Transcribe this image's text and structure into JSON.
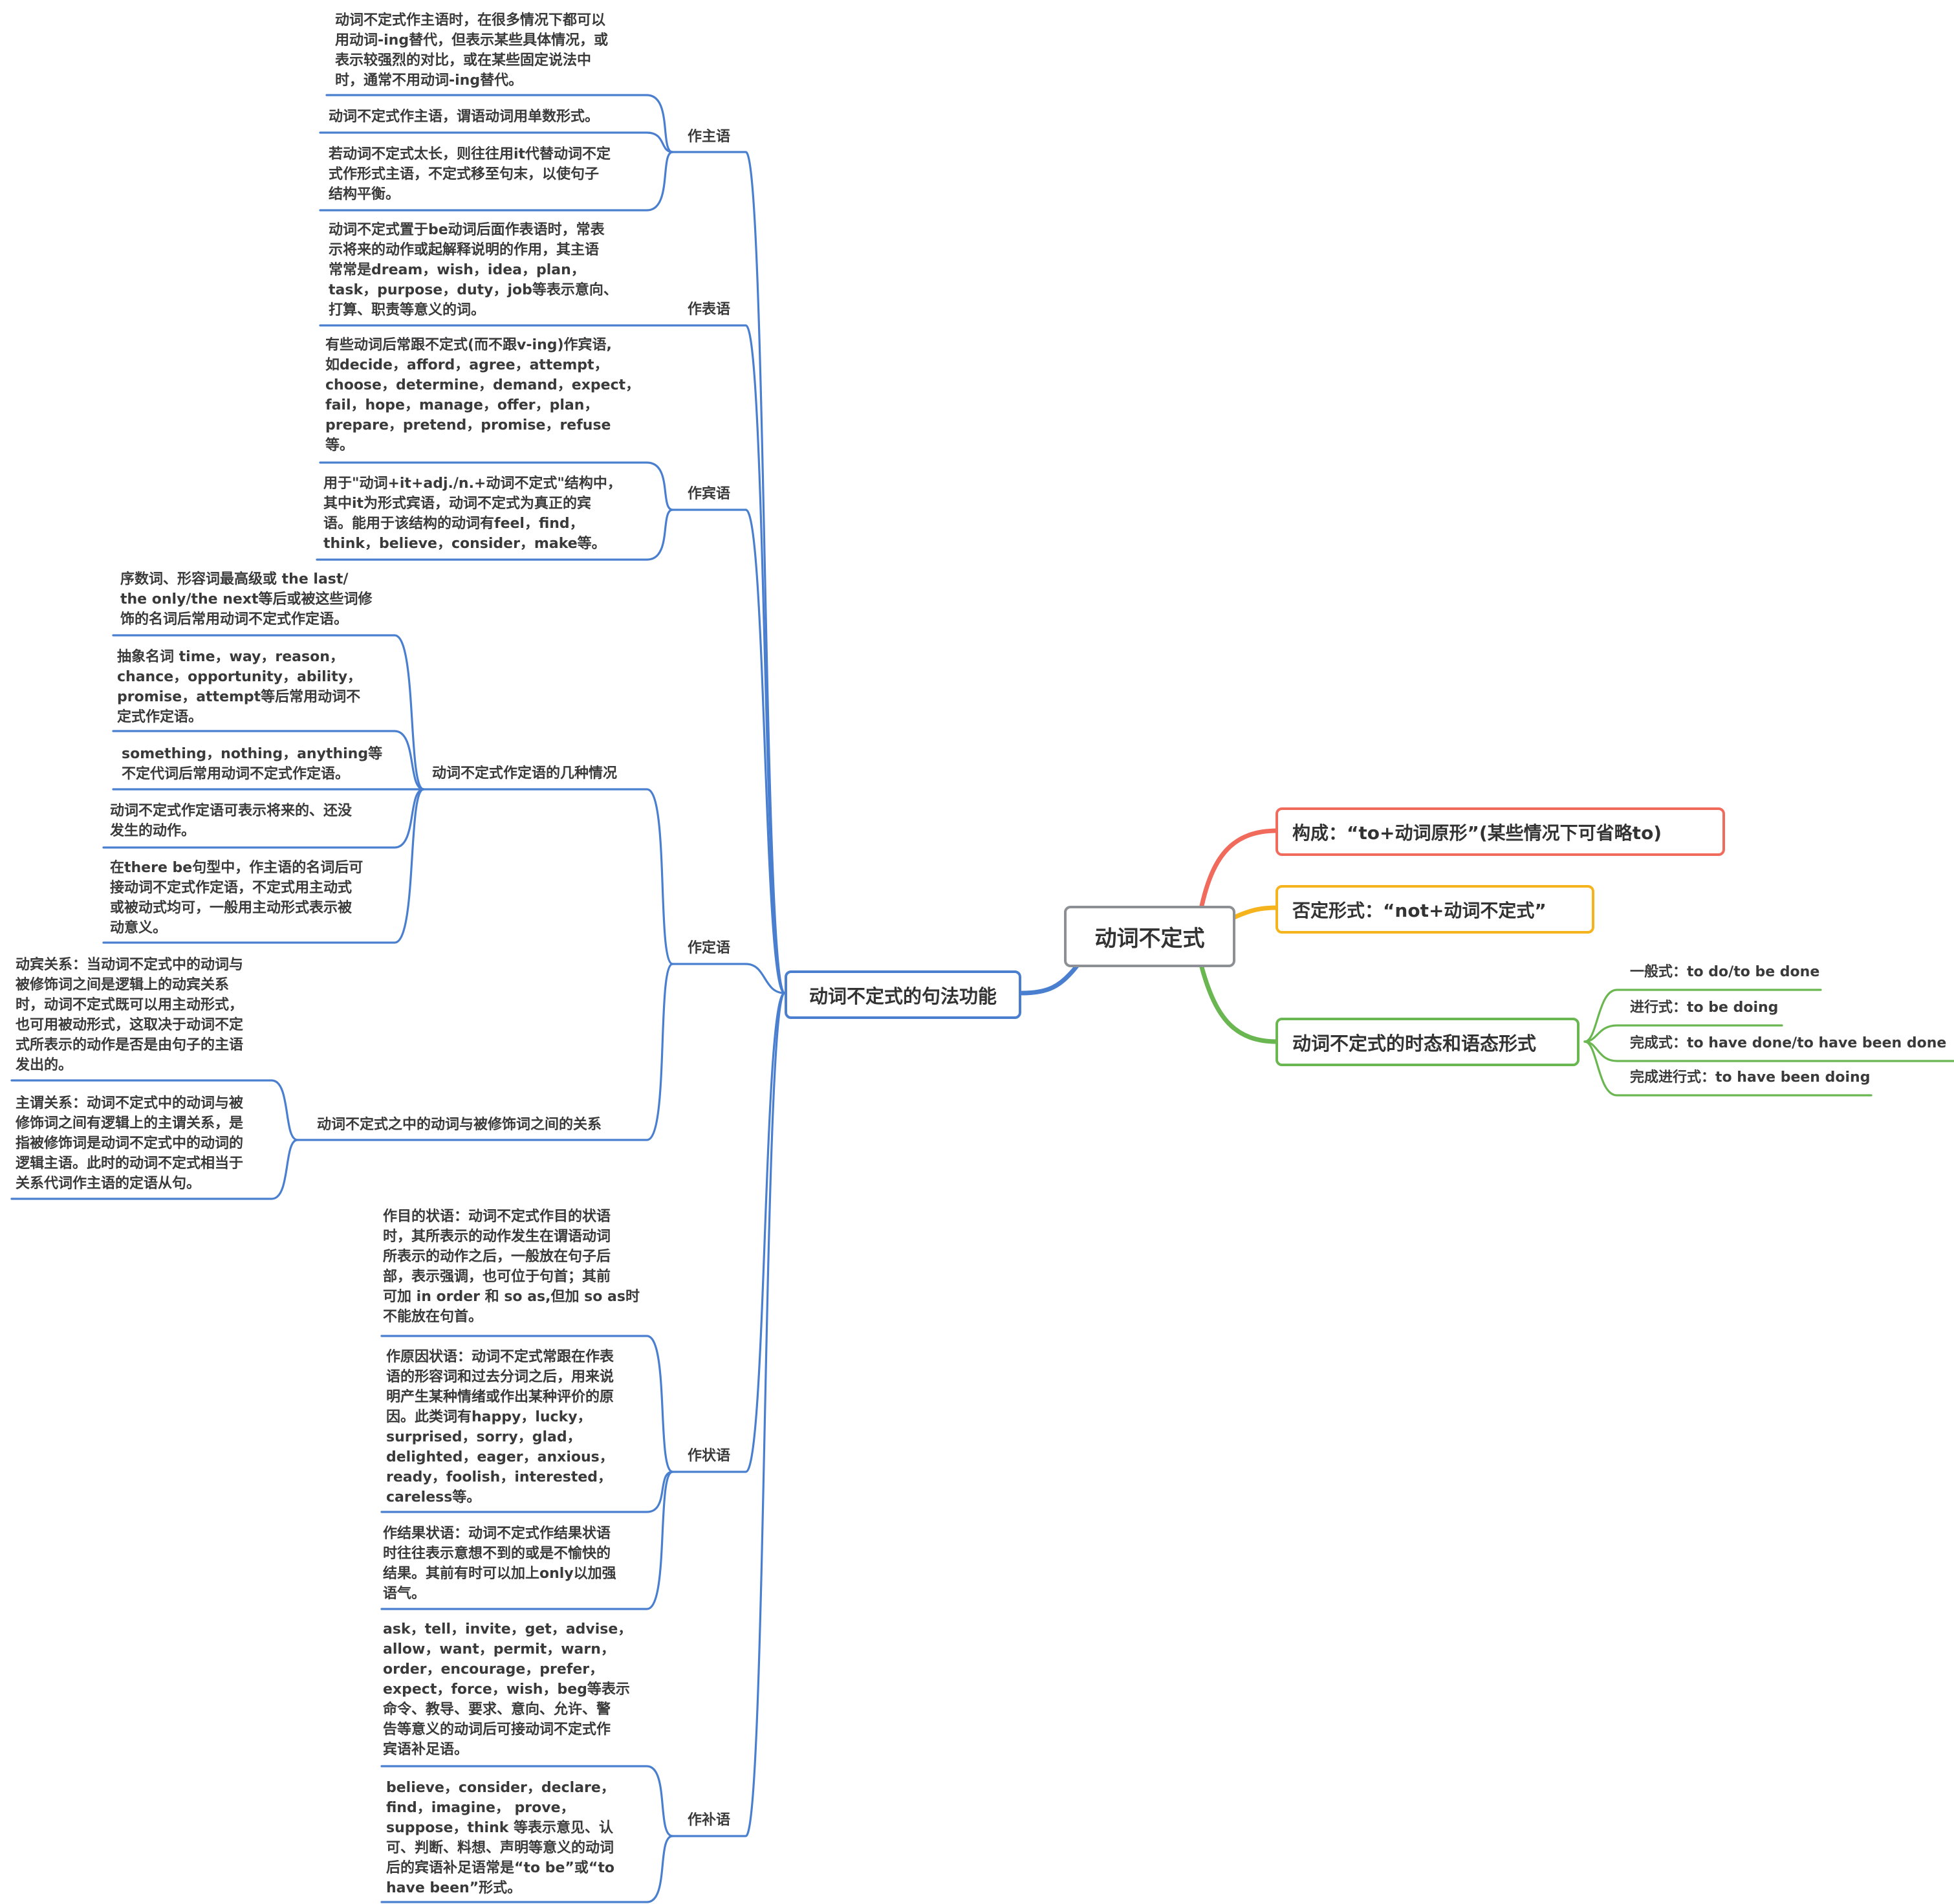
{
  "root": {
    "label": "动词不定式"
  },
  "right_branches": [
    {
      "label": "构成：“to+动词原形”(某些情况下可省略to)",
      "color": "#f06b5c"
    },
    {
      "label": "否定形式：“not+动词不定式”",
      "color": "#f5b41d"
    },
    {
      "label": "动词不定式的时态和语态形式",
      "color": "#6ab651",
      "children": [
        {
          "label": "一般式：to do/to be done"
        },
        {
          "label": "进行式：to be doing"
        },
        {
          "label": "完成式：to have done/to have been done"
        },
        {
          "label": "完成进行式：to have been doing"
        }
      ]
    }
  ],
  "left_branch": {
    "label": "动词不定式的句法功能",
    "color": "#4a7fd0",
    "groups": [
      {
        "label": "作主语",
        "items": [
          "动词不定式作主语时，在很多情况下都可以\n用动词-ing替代，但表示某些具体情况，或\n表示较强烈的对比，或在某些固定说法中\n时，通常不用动词-ing替代。",
          "动词不定式作主语，谓语动词用单数形式。",
          "若动词不定式太长，则往往用it代替动词不定\n式作形式主语，不定式移至句末，以使句子\n结构平衡。"
        ]
      },
      {
        "label": "作表语",
        "items": [
          "动词不定式置于be动词后面作表语时，常表\n示将来的动作或起解释说明的作用，其主语\n常常是dream，wish，idea，plan，\ntask，purpose，duty，job等表示意向、\n打算、职责等意义的词。"
        ]
      },
      {
        "label": "作宾语",
        "items": [
          "有些动词后常跟不定式(而不跟v-ing)作宾语,\n如decide，afford，agree，attempt，\nchoose，determine，demand，expect，\nfail，hope，manage，offer，plan，\nprepare，pretend，promise，refuse\n等。",
          "用于\"动词+it+adj./n.+动词不定式\"结构中，\n其中it为形式宾语，动词不定式为真正的宾\n语。能用于该结构的动词有feel，find，\nthink，believe，consider，make等。"
        ]
      },
      {
        "label": "作定语",
        "subgroups": [
          {
            "label": "动词不定式作定语的几种情况",
            "items": [
              "序数词、形容词最高级或 the last/\nthe only/the next等后或被这些词修\n饰的名词后常用动词不定式作定语。",
              "抽象名词 time，way，reason，\nchance，opportunity，ability，\npromise，attempt等后常用动词不\n定式作定语。",
              "something，nothing，anything等\n不定代词后常用动词不定式作定语。",
              "动词不定式作定语可表示将来的、还没\n发生的动作。",
              "在there be句型中，作主语的名词后可\n接动词不定式作定语，不定式用主动式\n或被动式均可，一般用主动形式表示被\n动意义。"
            ]
          },
          {
            "label": "动词不定式之中的动词与被修饰词之间的关系",
            "items": [
              "动宾关系：当动词不定式中的动词与\n被修饰词之间是逻辑上的动宾关系\n时，动词不定式既可以用主动形式，\n也可用被动形式，这取决于动词不定\n式所表示的动作是否是由句子的主语\n发出的。",
              "主谓关系：动词不定式中的动词与被\n修饰词之间有逻辑上的主谓关系，是\n指被修饰词是动词不定式中的动词的\n逻辑主语。此时的动词不定式相当于\n关系代词作主语的定语从句。"
            ]
          }
        ]
      },
      {
        "label": "作状语",
        "items": [
          "作目的状语：动词不定式作目的状语\n时，其所表示的动作发生在谓语动词\n所表示的动作之后，一般放在句子后\n部，表示强调，也可位于句首；其前\n可加 in order 和 so as,但加 so as时\n不能放在句首。",
          "作原因状语：动词不定式常跟在作表\n语的形容词和过去分词之后，用来说\n明产生某种情绪或作出某种评价的原\n因。此类词有happy，lucky，\nsurprised，sorry，glad，\ndelighted，eager，anxious，\nready，foolish，interested，\ncareless等。",
          "作结果状语：动词不定式作结果状语\n时往往表示意想不到的或是不愉快的\n结果。其前有时可以加上only以加强\n语气。"
        ]
      },
      {
        "label": "作补语",
        "items": [
          "ask，tell，invite，get，advise，\nallow，want，permit，warn，\norder，encourage，prefer，\nexpect，force，wish，beg等表示\n命令、教导、要求、意向、允许、警\n告等意义的动词后可接动词不定式作\n宾语补足语。",
          "believe，consider，declare，\nfind，imagine， prove，\nsuppose，think 等表示意见、认\n可、判断、料想、声明等意义的动词\n后的宾语补足语常是“to be”或“to\nhave been”形式。"
        ]
      }
    ]
  }
}
